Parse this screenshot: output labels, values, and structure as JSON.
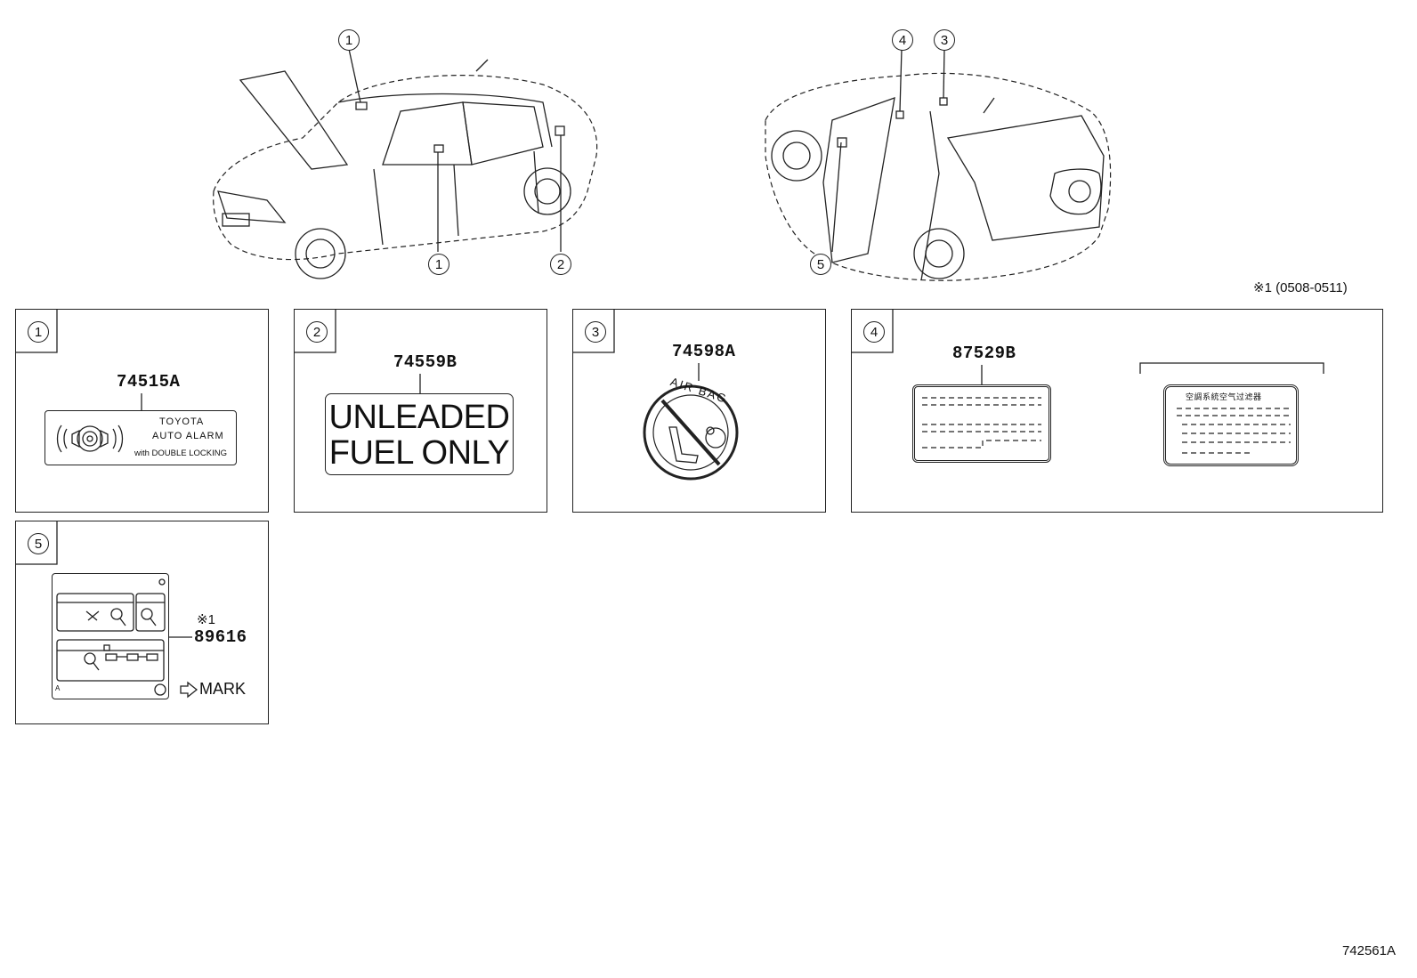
{
  "callouts": [
    "1",
    "2",
    "3",
    "4",
    "5"
  ],
  "note_top": "※1 (0508-0511)",
  "panels": [
    {
      "num": "1",
      "part": "74515A",
      "label_lines": [
        "TOYOTA",
        "AUTO ALARM",
        "with DOUBLE LOCKING"
      ]
    },
    {
      "num": "2",
      "part": "74559B",
      "label_lines": [
        "UNLEADED",
        "FUEL ONLY"
      ]
    },
    {
      "num": "3",
      "part": "74598A",
      "label_text": "AIR BAG"
    },
    {
      "num": "4",
      "part": "87529B",
      "label_text": "空調系統空气过滤器"
    },
    {
      "num": "5",
      "part": "89616",
      "note": "※1",
      "mark": "MARK"
    }
  ],
  "diagram_id": "742561A",
  "icons": [
    "front-car-illustration",
    "rear-car-illustration",
    "alarm-icon",
    "airbag-prohibited-icon",
    "mark-arrow-icon"
  ]
}
